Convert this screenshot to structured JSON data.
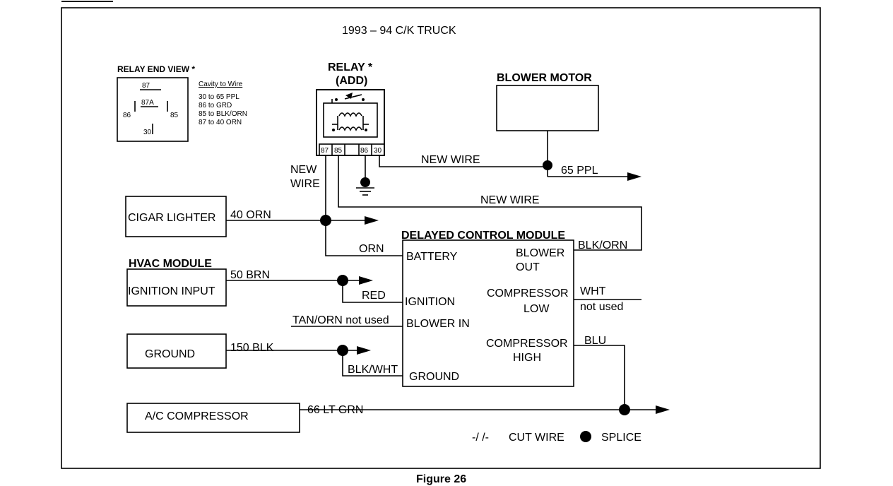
{
  "title": "1993 – 94  C/K TRUCK",
  "caption": "Figure 26",
  "relay_end_view": {
    "heading": "RELAY END VIEW *",
    "pins": {
      "p87": "87",
      "p87a": "87A",
      "p86": "86",
      "p85": "85",
      "p30": "30"
    },
    "legend_title": "Cavity to Wire",
    "legend_lines": [
      "30 to 65 PPL",
      "86 to GRD",
      "85 to BLK/ORN",
      "87 to 40 ORN"
    ]
  },
  "relay": {
    "heading_1": "RELAY *",
    "heading_2": "(ADD)",
    "terminals": [
      "87",
      "85",
      "",
      "86",
      "30"
    ]
  },
  "blower_motor": {
    "label": "BLOWER MOTOR"
  },
  "cigar_lighter": {
    "label": "CIGAR LIGHTER"
  },
  "hvac_module": {
    "heading": "HVAC MODULE",
    "label": "IGNITION INPUT"
  },
  "ground_box": {
    "label": "GROUND"
  },
  "ac_compressor": {
    "label": "A/C COMPRESSOR"
  },
  "dcm": {
    "heading": "DELAYED CONTROL MODULE",
    "battery": "BATTERY",
    "ignition": "IGNITION",
    "blower_in": "BLOWER IN",
    "ground": "GROUND",
    "blower_out_1": "BLOWER",
    "blower_out_2": "OUT",
    "comp_low_1": "COMPRESSOR",
    "comp_low_2": "LOW",
    "comp_high_1": "COMPRESSOR",
    "comp_high_2": "HIGH"
  },
  "wires": {
    "new_wire_vert_1": "NEW",
    "new_wire_vert_2": "WIRE",
    "new_wire_top": "NEW WIRE",
    "new_wire_mid": "NEW WIRE",
    "ppl_65": "65 PPL",
    "orn_40": "40 ORN",
    "orn": "ORN",
    "brn_50": "50 BRN",
    "red": "RED",
    "tan_orn": "TAN/ORN  not used",
    "blk_150": "150 BLK",
    "blk_wht": "BLK/WHT",
    "blk_orn": "BLK/ORN",
    "wht": "WHT",
    "not_used": "not used",
    "blu": "BLU",
    "grn_66": "66 LT GRN"
  },
  "legend": {
    "cut_symbol": "-/ /-",
    "cut_label": "CUT WIRE",
    "splice_label": "SPLICE"
  }
}
